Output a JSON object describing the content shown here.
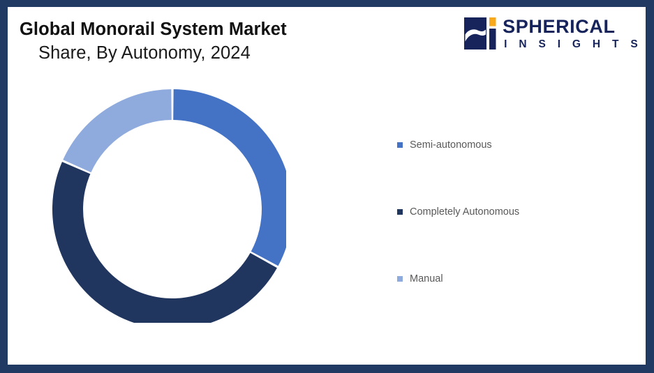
{
  "figure": {
    "title_line_1": "Global Monorail System Market",
    "title_line_2": "Share, By Autonomy, 2024",
    "frame_color": "#213A63",
    "background": "#ffffff"
  },
  "logo": {
    "word_1": "SPHERICAL",
    "word_2": "I N S I G H T S",
    "mark_color": "#17245B",
    "accent_color": "#F7A81B",
    "text_color": "#17245B"
  },
  "legend": {
    "position": "right",
    "items": [
      {
        "label": "Semi-autonomous",
        "color": "#4472C4"
      },
      {
        "label": "Completely Autonomous",
        "color": "#21365F"
      },
      {
        "label": "Manual",
        "color": "#8FAADC"
      }
    ]
  },
  "chart_data": {
    "type": "pie",
    "variant": "donut",
    "title": "Global Monorail System Market Share, By Autonomy, 2024",
    "subtitle": "",
    "xlabel": "",
    "ylabel": "",
    "unit": "percent",
    "start_angle_deg": 0,
    "direction": "clockwise",
    "hole_ratio": 0.744,
    "labels": [
      "Semi-autonomous",
      "Completely Autonomous",
      "Manual"
    ],
    "values": [
      33.0,
      48.6,
      18.4
    ],
    "colors": [
      "#4472C4",
      "#21365F",
      "#8FAADC"
    ],
    "slices": [
      {
        "label": "Semi-autonomous",
        "value": 33.0,
        "color": "#4472C4",
        "start_deg": 0.0,
        "end_deg": 118.8
      },
      {
        "label": "Completely Autonomous",
        "value": 48.6,
        "color": "#21365F",
        "start_deg": 118.8,
        "end_deg": 293.8
      },
      {
        "label": "Manual",
        "value": 18.4,
        "color": "#8FAADC",
        "start_deg": 293.8,
        "end_deg": 360.0
      }
    ],
    "legend": "right",
    "grid": false,
    "data_labels_shown": false
  }
}
